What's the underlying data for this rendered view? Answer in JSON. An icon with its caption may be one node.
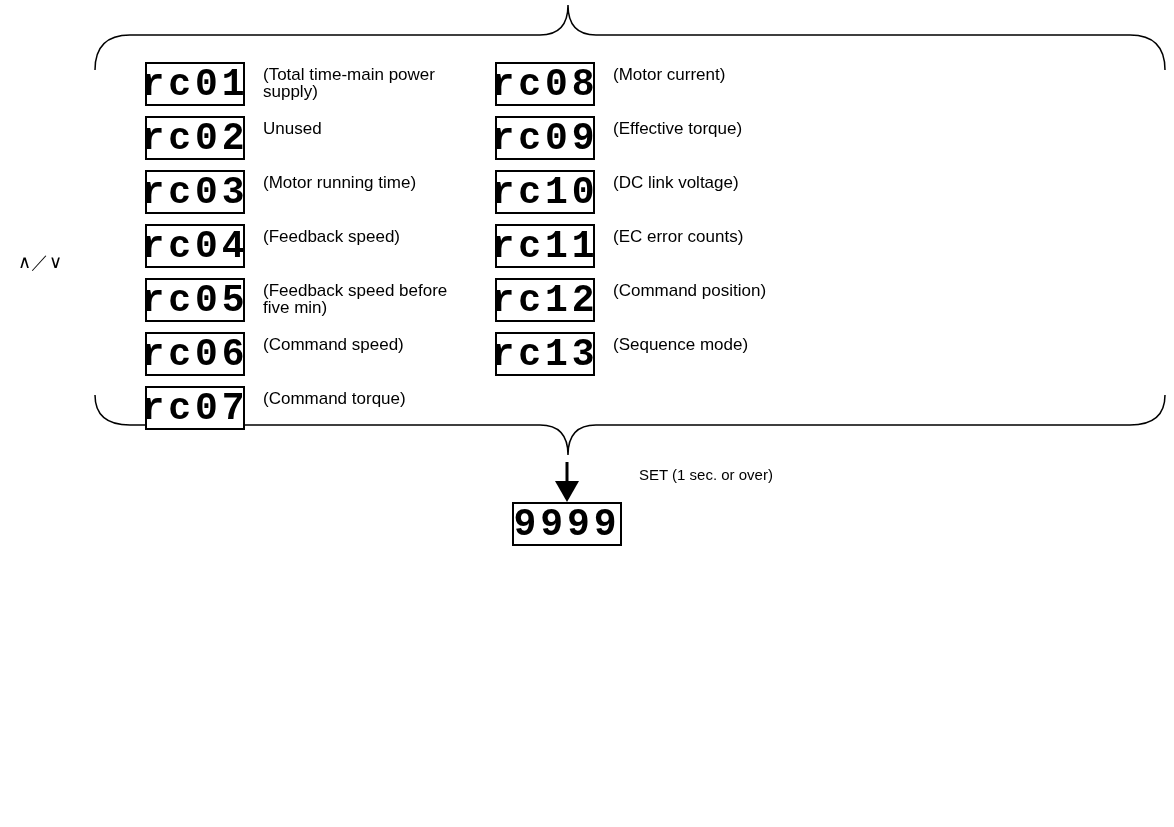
{
  "diagram": {
    "nodes": [
      {
        "text": [
          "rc01"
        ],
        "beside": [
          "(Total time-main power supply)"
        ]
      },
      {
        "text": [
          "rc02"
        ],
        "beside": [
          "Unused"
        ]
      },
      {
        "text": [
          "rc03"
        ],
        "beside": [
          "(Motor running time)"
        ]
      },
      {
        "text": [
          "rc04"
        ],
        "beside": [
          "(Feedback speed)"
        ]
      },
      {
        "text": [
          "rc05"
        ],
        "beside": [
          "(Feedback speed before five min)"
        ]
      },
      {
        "text": [
          "rc06"
        ],
        "beside": [
          "(Command speed)"
        ]
      },
      {
        "text": [
          "rc07"
        ],
        "beside": [
          "(Command torque)"
        ]
      },
      {
        "text": [
          "rc08"
        ],
        "beside": [
          "(Motor current)"
        ]
      },
      {
        "text": [
          "rc09"
        ],
        "beside": [
          "(Effective torque)"
        ]
      },
      {
        "text": [
          "rc10"
        ],
        "beside": [
          "(DC link voltage)"
        ]
      },
      {
        "text": [
          "rc11"
        ],
        "beside": [
          "(EC error counts)"
        ]
      },
      {
        "text": [
          "rc12"
        ],
        "beside": [
          "(Command position)"
        ]
      },
      {
        "text": [
          "rc13"
        ],
        "beside": [
          "(Sequence mode)"
        ]
      },
      {
        "text": [
          "9999"
        ]
      }
    ],
    "edges": [
      {
        "from": null,
        "to": 13,
        "arrow": "to",
        "label": "SET (1 sec. or over)"
      }
    ],
    "labels": [
      "∧／∨"
    ]
  }
}
